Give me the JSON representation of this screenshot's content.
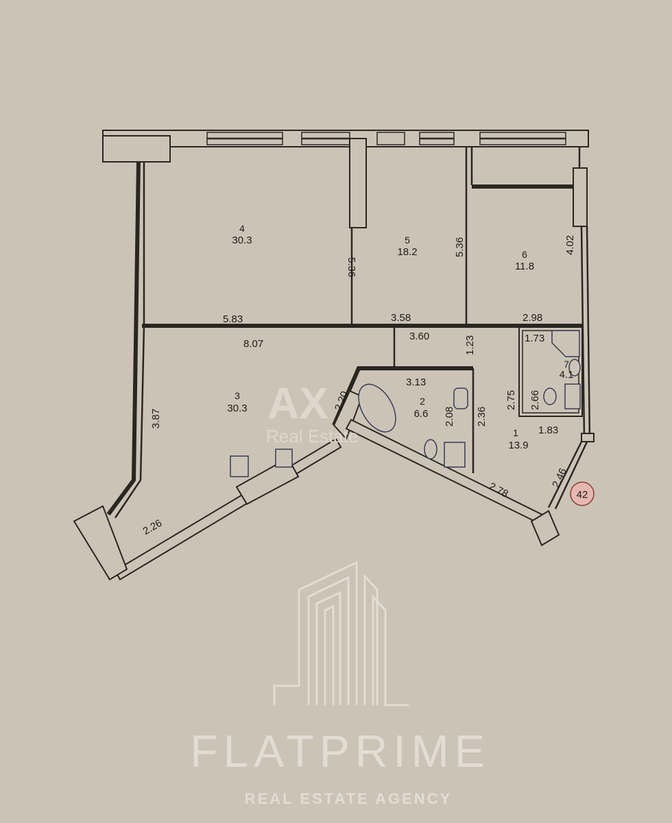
{
  "plan": {
    "rooms": [
      {
        "number": "1",
        "area": "13.9"
      },
      {
        "number": "2",
        "area": "6.6"
      },
      {
        "number": "3",
        "area": "30.3"
      },
      {
        "number": "4",
        "area": "30.3"
      },
      {
        "number": "5",
        "area": "18.2"
      },
      {
        "number": "6",
        "area": "11.8"
      },
      {
        "number": "7",
        "area": "4.1"
      }
    ],
    "dimensions": {
      "d_5_83": "5.83",
      "d_3_58": "3.58",
      "d_2_98": "2.98",
      "d_5_36_a": "5.36",
      "d_5_36_b": "5.36",
      "d_4_02": "4.02",
      "d_8_07": "8.07",
      "d_3_60": "3.60",
      "d_1_23": "1.23",
      "d_1_73": "1.73",
      "d_2_75": "2.75",
      "d_2_66": "2.66",
      "d_3_13": "3.13",
      "d_2_08": "2.08",
      "d_2_36": "2.36",
      "d_2_20": "2.20",
      "d_3_87": "3.87",
      "d_1_83": "1.83",
      "d_2_46": "2.46",
      "d_2_78": "2.78",
      "d_2_26": "2.26"
    },
    "floor_marker": "42",
    "marker_color": "#e6b7b0"
  },
  "watermark": {
    "brand": "AX",
    "sub": "Real Estate"
  },
  "logo": {
    "name": "FLATPRIME",
    "tagline": "REAL ESTATE AGENCY"
  },
  "colors": {
    "background": "#cbc4b6",
    "walls": "#2a2620"
  }
}
